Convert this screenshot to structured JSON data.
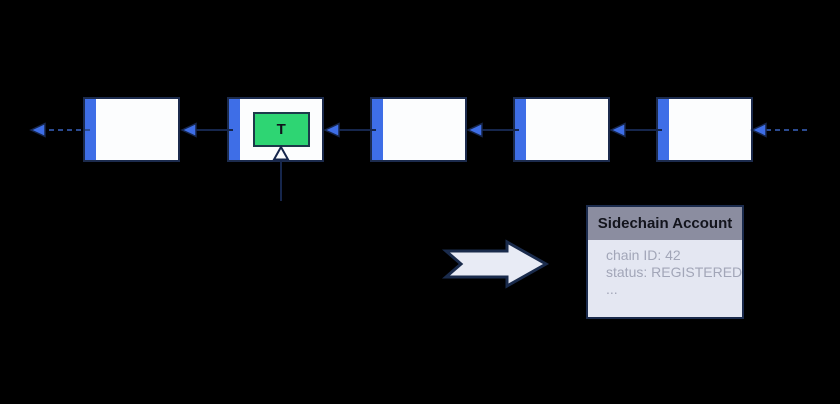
{
  "diagram": {
    "description": "Blockchain with a transaction creating a sidechain account",
    "background_color": "#000000",
    "colors": {
      "block_fill": "#FCFDFE",
      "block_border": "#1C2B4D",
      "strip_blue": "#3E6EE7",
      "arrowhead_blue": "#3E6EE7",
      "connector_navy": "#16264C",
      "dashed_blue": "#2B4A8F",
      "transaction_green": "#2ED573",
      "mapping_arrow_fill": "#E8EBF5",
      "card_header_bg": "#8B8DA0",
      "card_body_bg": "#E4E7F2",
      "card_body_text": "#A2A6B8"
    },
    "blockchain": {
      "block_count": 5,
      "link_direction": "each block points left to its predecessor",
      "continues_left": true,
      "continues_right": true
    },
    "transaction": {
      "label": "T",
      "block_index": 2
    },
    "sidechain_account": {
      "title": "Sidechain Account",
      "fields": [
        "chain ID: 42",
        "status: REGISTERED",
        "..."
      ]
    }
  }
}
